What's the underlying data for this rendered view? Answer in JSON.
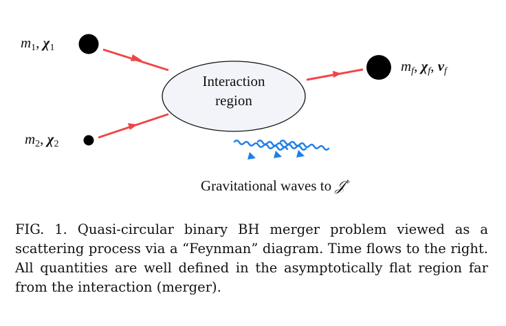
{
  "diagram": {
    "input1": {
      "mass": "m",
      "mass_sub": "1",
      "spin": "χ",
      "spin_sub": "1"
    },
    "input2": {
      "mass": "m",
      "mass_sub": "2",
      "spin": "χ",
      "spin_sub": "2"
    },
    "output": {
      "mass": "m",
      "mass_sub": "f",
      "spin": "χ",
      "spin_sub": "f",
      "kick": "v",
      "kick_sub": "f"
    },
    "region": {
      "line1": "Interaction",
      "line2": "region"
    },
    "gw_label": {
      "text": "Gravitational waves to ",
      "symbol": "𝒥",
      "sup": "+"
    },
    "colors": {
      "arrow": "#f04545",
      "wave": "#1f7fe8",
      "region_fill": "#f2f4fa",
      "node": "#000000"
    }
  },
  "caption": {
    "text": "FIG. 1. Quasi-circular binary BH merger problem viewed as a scattering process via a “Feynman” diagram. Time flows to the right. All quantities are well defined in the asymptotically flat region far from the interaction (merger)."
  }
}
